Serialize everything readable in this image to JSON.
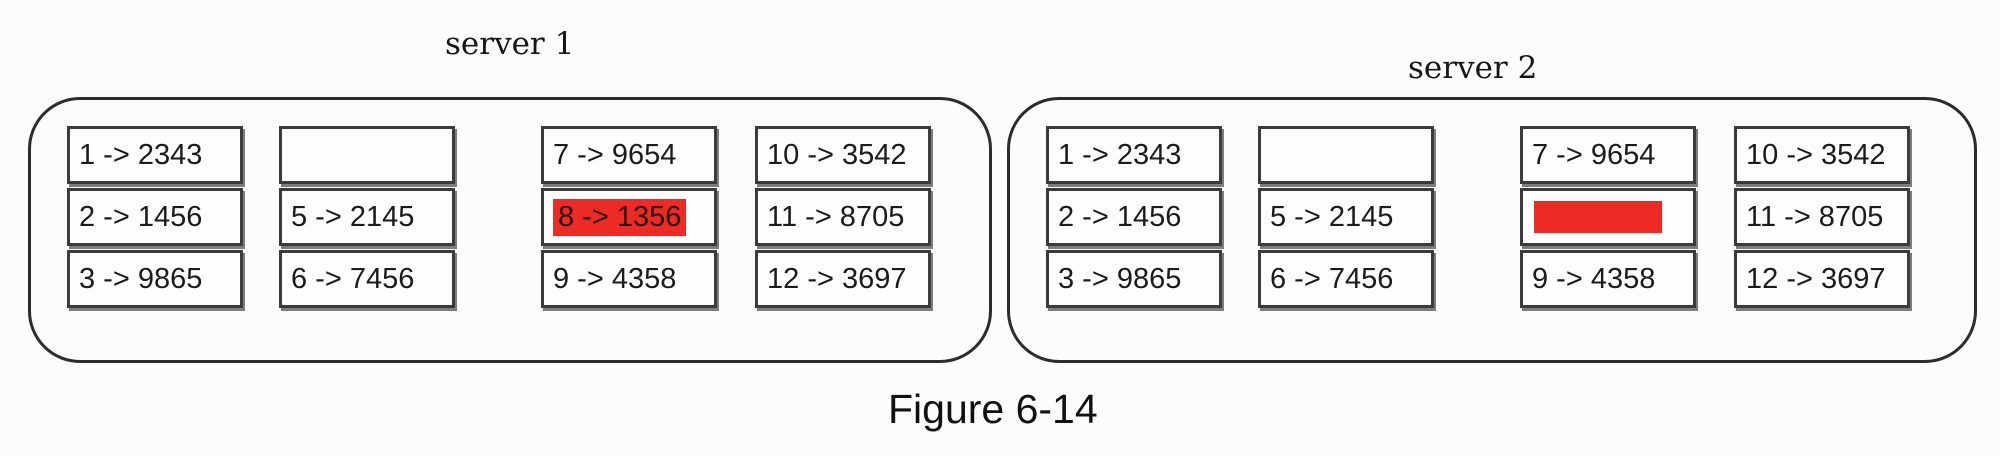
{
  "figure": {
    "caption": "Figure 6-14"
  },
  "colors": {
    "highlight_red": "#ee2a24"
  },
  "servers": [
    {
      "title": "server 1",
      "columns": [
        {
          "cells": [
            {
              "text": "1 -> 2343"
            },
            {
              "text": "2 -> 1456"
            },
            {
              "text": "3 -> 9865"
            }
          ]
        },
        {
          "cells": [
            {
              "text": ""
            },
            {
              "text": "5 -> 2145"
            },
            {
              "text": "6 -> 7456"
            }
          ]
        },
        {
          "cells": [
            {
              "text": "7 -> 9654"
            },
            {
              "text": "8 -> 1356",
              "highlight": true
            },
            {
              "text": "9 -> 4358"
            }
          ]
        },
        {
          "cells": [
            {
              "text": "10 -> 3542"
            },
            {
              "text": "11 -> 8705"
            },
            {
              "text": "12 -> 3697"
            }
          ]
        }
      ]
    },
    {
      "title": "server 2",
      "columns": [
        {
          "cells": [
            {
              "text": "1 -> 2343"
            },
            {
              "text": "2 -> 1456"
            },
            {
              "text": "3 -> 9865"
            }
          ]
        },
        {
          "cells": [
            {
              "text": ""
            },
            {
              "text": "5 -> 2145"
            },
            {
              "text": "6 -> 7456"
            }
          ]
        },
        {
          "cells": [
            {
              "text": "7 -> 9654"
            },
            {
              "text": "",
              "highlight": true
            },
            {
              "text": "9 -> 4358"
            }
          ]
        },
        {
          "cells": [
            {
              "text": "10 -> 3542"
            },
            {
              "text": "11 -> 8705"
            },
            {
              "text": "12 -> 3697"
            }
          ]
        }
      ]
    }
  ]
}
